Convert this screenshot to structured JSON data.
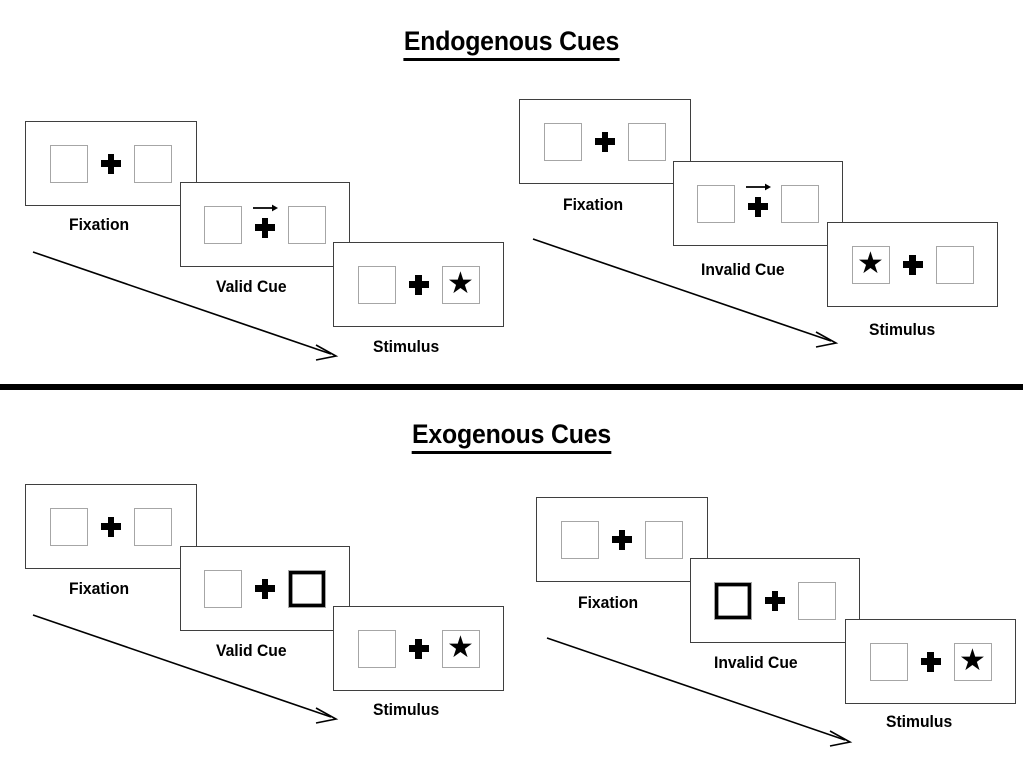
{
  "figure": {
    "title_top": "Endogenous Cues",
    "title_bottom": "Exogenous Cues"
  },
  "sections": [
    {
      "id": "endogenous",
      "title": "Endogenous Cues",
      "cue_type": "central-arrow",
      "panels": [
        {
          "id": "endogenous-valid",
          "validity": "valid",
          "frames": [
            {
              "stage": "Fixation",
              "cue": "none",
              "left_box": "empty",
              "right_box": "empty"
            },
            {
              "stage": "Valid Cue",
              "cue": "arrow-right",
              "left_box": "empty",
              "right_box": "empty"
            },
            {
              "stage": "Stimulus",
              "cue": "none",
              "left_box": "empty",
              "right_box": "star"
            }
          ]
        },
        {
          "id": "endogenous-invalid",
          "validity": "invalid",
          "frames": [
            {
              "stage": "Fixation",
              "cue": "none",
              "left_box": "empty",
              "right_box": "empty"
            },
            {
              "stage": "Invalid Cue",
              "cue": "arrow-right",
              "left_box": "empty",
              "right_box": "empty"
            },
            {
              "stage": "Stimulus",
              "cue": "none",
              "left_box": "star",
              "right_box": "empty"
            }
          ]
        }
      ]
    },
    {
      "id": "exogenous",
      "title": "Exogenous Cues",
      "cue_type": "peripheral-flash",
      "panels": [
        {
          "id": "exogenous-valid",
          "validity": "valid",
          "frames": [
            {
              "stage": "Fixation",
              "cue": "none",
              "left_box": "empty",
              "right_box": "empty"
            },
            {
              "stage": "Valid Cue",
              "cue": "box-right",
              "left_box": "empty",
              "right_box": "cued"
            },
            {
              "stage": "Stimulus",
              "cue": "none",
              "left_box": "empty",
              "right_box": "star"
            }
          ]
        },
        {
          "id": "exogenous-invalid",
          "validity": "invalid",
          "frames": [
            {
              "stage": "Fixation",
              "cue": "none",
              "left_box": "empty",
              "right_box": "empty"
            },
            {
              "stage": "Invalid Cue",
              "cue": "box-left",
              "left_box": "cued",
              "right_box": "empty"
            },
            {
              "stage": "Stimulus",
              "cue": "none",
              "left_box": "empty",
              "right_box": "star"
            }
          ]
        }
      ]
    }
  ],
  "labels": {
    "fixation": "Fixation",
    "valid_cue": "Valid Cue",
    "invalid_cue": "Invalid Cue",
    "stimulus": "Stimulus"
  },
  "glyphs": {
    "star": "★"
  },
  "colors": {
    "ink": "#000000",
    "frame_border": "#3f3f3f",
    "box_border": "#a6a6a6",
    "background": "#ffffff"
  }
}
